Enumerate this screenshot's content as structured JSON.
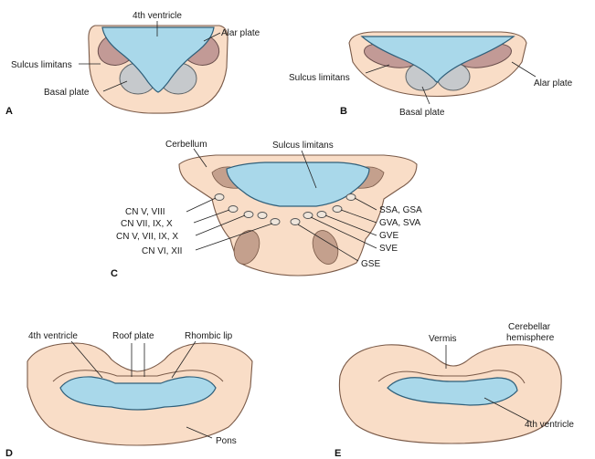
{
  "panels": {
    "a": {
      "letter": "A",
      "labels": {
        "ventricle": "4th ventricle",
        "alar": "Alar plate",
        "sulcus": "Sulcus limitans",
        "basal": "Basal plate"
      }
    },
    "b": {
      "letter": "B",
      "labels": {
        "sulcus": "Sulcus limitans",
        "alar": "Alar plate",
        "basal": "Basal plate"
      }
    },
    "c": {
      "letter": "C",
      "labels": {
        "cerebellum": "Cerbellum",
        "sulcus": "Sulcus limitans",
        "cn1": "CN V, VIII",
        "cn2": "CN VII, IX, X",
        "cn3": "CN V, VII, IX, X",
        "cn4": "CN VI, XII",
        "ssa": "SSA, GSA",
        "gva": "GVA, SVA",
        "gve": "GVE",
        "sve": "SVE",
        "gse": "GSE"
      }
    },
    "d": {
      "letter": "D",
      "labels": {
        "ventricle": "4th ventricle",
        "roof": "Roof plate",
        "rhombic": "Rhombic lip",
        "pons": "Pons"
      }
    },
    "e": {
      "letter": "E",
      "labels": {
        "vermis": "Vermis",
        "hemisphere_1": "Cerebellar",
        "hemisphere_2": "hemisphere",
        "ventricle": "4th ventricle"
      }
    }
  },
  "colors": {
    "tissue": "#f9ddc7",
    "ventricle": "#a9d8ea",
    "alar_plate": "#c29a96",
    "basal_plate": "#c6c9cc"
  }
}
